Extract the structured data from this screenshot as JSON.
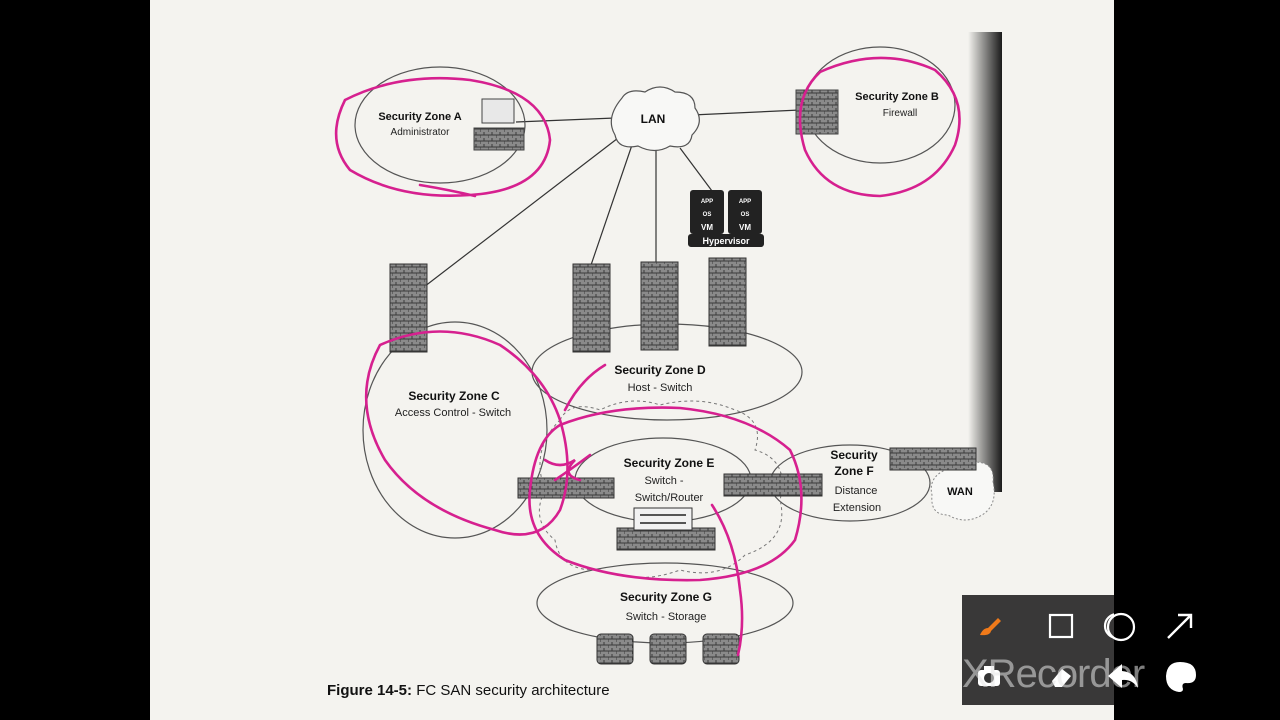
{
  "diagram": {
    "lan_label": "LAN",
    "wan_label": "WAN",
    "hypervisor_label": "Hypervisor",
    "vm_labels": [
      "APP",
      "OS",
      "VM"
    ],
    "zones": {
      "a": {
        "title": "Security Zone A",
        "subtitle": "Administrator"
      },
      "b": {
        "title": "Security Zone B",
        "subtitle": "Firewall"
      },
      "c": {
        "title": "Security Zone C",
        "subtitle": "Access Control - Switch"
      },
      "d": {
        "title": "Security Zone D",
        "subtitle": "Host - Switch"
      },
      "e": {
        "title": "Security Zone E",
        "subtitle_1": "Switch -",
        "subtitle_2": "Switch/Router"
      },
      "f": {
        "title_1": "Security",
        "title_2": "Zone F",
        "subtitle_1": "Distance",
        "subtitle_2": "Extension"
      },
      "g": {
        "title": "Security Zone G",
        "subtitle": "Switch - Storage"
      }
    },
    "caption_bold": "Figure 14-5:",
    "caption_text": " FC SAN security architecture",
    "annotation_color": "#d6208f"
  },
  "toolbar": {
    "tools": [
      "pen-tool",
      "rectangle-tool",
      "circle-tool",
      "arrow-tool",
      "camera-tool",
      "eraser-tool",
      "undo-tool",
      "palette-tool"
    ],
    "pen_color": "#f07a1a"
  },
  "watermark": "XRecorder"
}
